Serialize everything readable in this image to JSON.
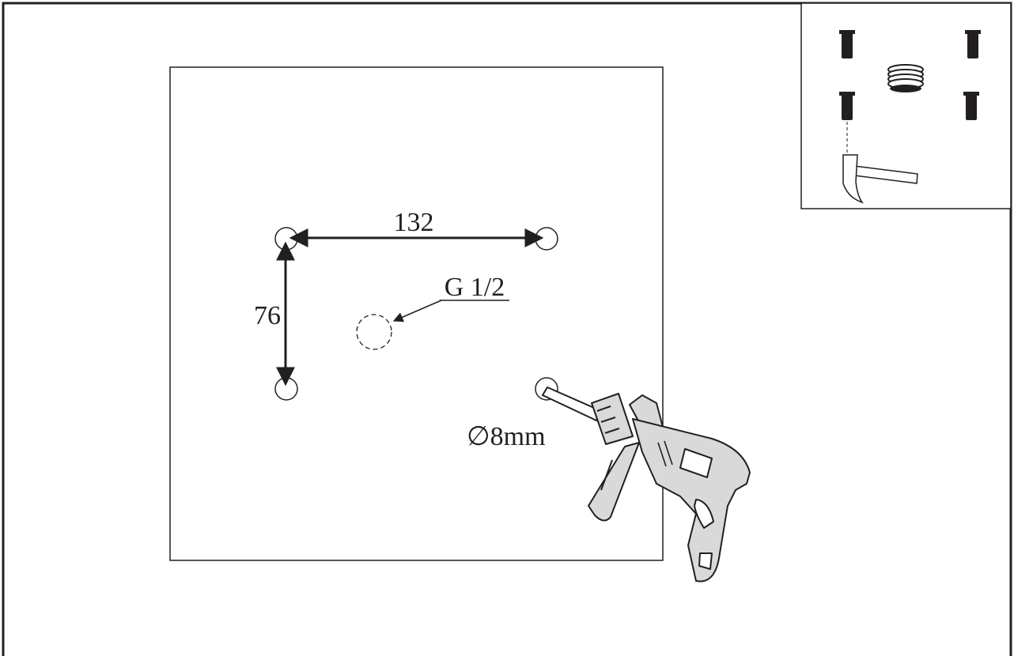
{
  "labels": {
    "width_mm": "132",
    "height_mm": "76",
    "thread": "G 1/2",
    "drill_diameter": "∅8mm"
  },
  "icons": {
    "drill": "power-drill-icon",
    "hammer": "hammer-icon",
    "anchor": "wall-anchor-icon",
    "thread_insert": "threaded-insert-icon"
  },
  "colors": {
    "ink": "#231f20",
    "drill_body": "#d9d9d9",
    "anchor_fill": "#231f20"
  }
}
